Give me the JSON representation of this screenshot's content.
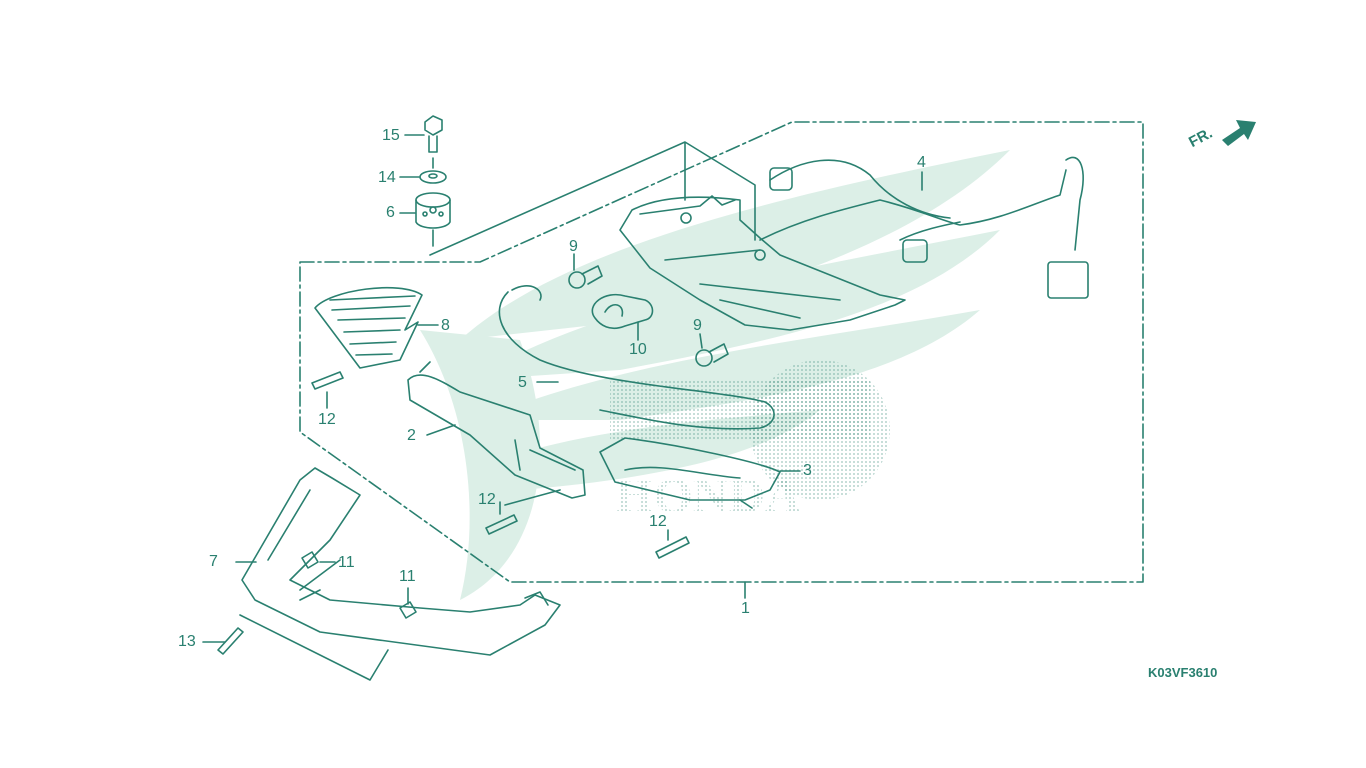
{
  "diagram": {
    "brand_watermark": "HONDA",
    "direction_label": "FR.",
    "drawing_code": "K03VF3610",
    "callouts": [
      "15",
      "14",
      "6",
      "9",
      "4",
      "8",
      "10",
      "9",
      "5",
      "12",
      "2",
      "3",
      "12",
      "12",
      "7",
      "11",
      "11",
      "13",
      "1"
    ],
    "colors": {
      "line": "#2a8070",
      "watermark": "#d7ebe3"
    }
  }
}
